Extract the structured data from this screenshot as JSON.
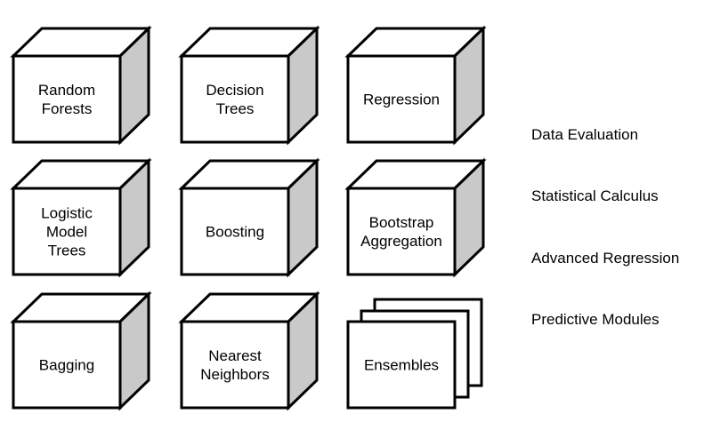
{
  "boxes": [
    {
      "id": "random-forests",
      "lines": [
        "Random",
        "Forests"
      ],
      "shape": "cube"
    },
    {
      "id": "decision-trees",
      "lines": [
        "Decision",
        "Trees"
      ],
      "shape": "cube"
    },
    {
      "id": "regression",
      "lines": [
        "Regression"
      ],
      "shape": "cube"
    },
    {
      "id": "logistic-model-trees",
      "lines": [
        "Logistic",
        "Model",
        "Trees"
      ],
      "shape": "cube"
    },
    {
      "id": "boosting",
      "lines": [
        "Boosting"
      ],
      "shape": "cube"
    },
    {
      "id": "bootstrap-aggregation",
      "lines": [
        "Bootstrap",
        "Aggregation"
      ],
      "shape": "cube"
    },
    {
      "id": "bagging",
      "lines": [
        "Bagging"
      ],
      "shape": "cube"
    },
    {
      "id": "nearest-neighbors",
      "lines": [
        "Nearest",
        "Neighbors"
      ],
      "shape": "cube"
    },
    {
      "id": "ensembles",
      "lines": [
        "Ensembles"
      ],
      "shape": "stack"
    }
  ],
  "side_labels": [
    "Data Evaluation",
    "Statistical Calculus",
    "Advanced Regression",
    "Predictive Modules"
  ]
}
